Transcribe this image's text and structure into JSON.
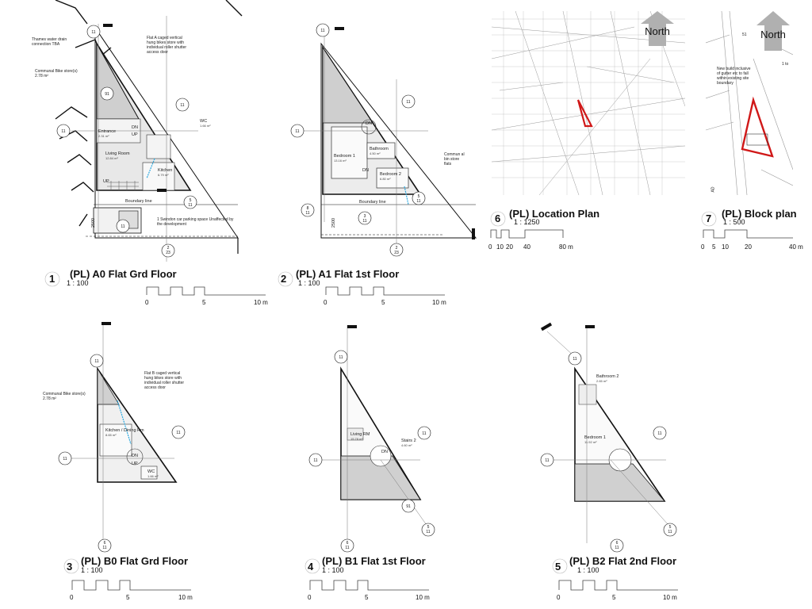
{
  "views": [
    {
      "number": "1",
      "title": "(PL) A0 Flat Grd Floor",
      "scale": "1 : 100",
      "ticks": [
        "0",
        "5",
        "10 m"
      ]
    },
    {
      "number": "2",
      "title": "(PL) A1  Flat 1st Floor",
      "scale": "1 : 100",
      "ticks": [
        "0",
        "5",
        "10 m"
      ]
    },
    {
      "number": "3",
      "title": "(PL) B0 Flat Grd Floor",
      "scale": "1 : 100",
      "ticks": [
        "0",
        "5",
        "10 m"
      ]
    },
    {
      "number": "4",
      "title": "(PL) B1 Flat 1st Floor",
      "scale": "1 : 100",
      "ticks": [
        "0",
        "5",
        "10 m"
      ]
    },
    {
      "number": "5",
      "title": "(PL) B2 Flat 2nd Floor",
      "scale": "1 : 100",
      "ticks": [
        "0",
        "5",
        "10 m"
      ]
    },
    {
      "number": "6",
      "title": "(PL) Location Plan",
      "scale": "1 : 1250",
      "ticks": [
        "0",
        "10",
        "20",
        "40",
        "80 m"
      ]
    },
    {
      "number": "7",
      "title": "(PL) Block plan",
      "scale": "1 : 500",
      "ticks": [
        "0",
        "5",
        "10",
        "20",
        "40 m"
      ]
    }
  ],
  "north": "North",
  "plan1": {
    "notes": {
      "thames": "Thames water drain connection TBA",
      "bike": "Communal Bike store(s)",
      "bike_area": "2.78 m²",
      "flat_a_store": "Flat A caged vertical hung bikes store with individual roller shutter access door",
      "parking": "1 Swindon car parking space Unaffected by the development",
      "boundary": "Boundary line",
      "dim": "2500"
    },
    "rooms": {
      "wc": "WC",
      "wc_area": "1.66 m²",
      "entrance": "Entrance",
      "entrance_area": "2.31 m²",
      "living": "Living Room",
      "living_area": "12.84 m²",
      "kitchen": "Kitchen",
      "kitchen_area": "6.79 m²",
      "dn": "DN",
      "up": "UP",
      "up2": "UP"
    }
  },
  "plan2": {
    "notes": {
      "bin": "Commun al bin store flats",
      "boundary": "Boundary line",
      "dim": "2500"
    },
    "rooms": {
      "bathroom": "Bathroom",
      "bathroom_area": "4.50 m²",
      "bed1": "Bedroom 1",
      "bed1_area": "13.16 m²",
      "bed2": "Bedroom 2",
      "bed2_area": "6.80 m²",
      "dn": "DN",
      "dn2": "DN"
    }
  },
  "plan3": {
    "notes": {
      "bike": "Communal Bike store(s)",
      "bike_area": "2.78 m²",
      "flat_b_store": "Flat B caged vertical hung bikes store with individual roller shutter access door"
    },
    "rooms": {
      "kitchen": "Kitchen / Dining Rm",
      "kitchen_area": "8.65 m²",
      "wc": "WC",
      "wc_area": "1.66 m²",
      "dn": "DN",
      "up": "UP"
    }
  },
  "plan4": {
    "rooms": {
      "living": "Living RM",
      "living_area": "15.78 m²",
      "stairs": "Stairs 2",
      "stairs_area": "4.60 m²",
      "dn": "DN"
    }
  },
  "plan5": {
    "rooms": {
      "bath": "Bathroom 2",
      "bath_area": "2.65 m²",
      "bed": "Bedroom 1",
      "bed_area": "11.92 m²"
    }
  },
  "block": {
    "note": "New build inclusive of gutter etc to fall within existing site boundary",
    "n51": "51",
    "n1": "1 to",
    "ad": "AD"
  },
  "section_marks": {
    "m11": "11",
    "m1": "1",
    "m2": "2",
    "m3": "3",
    "m4": "4",
    "m5": "5",
    "m6": "6",
    "m7": "7",
    "m8": "8",
    "m91": "91",
    "m23": "23"
  }
}
